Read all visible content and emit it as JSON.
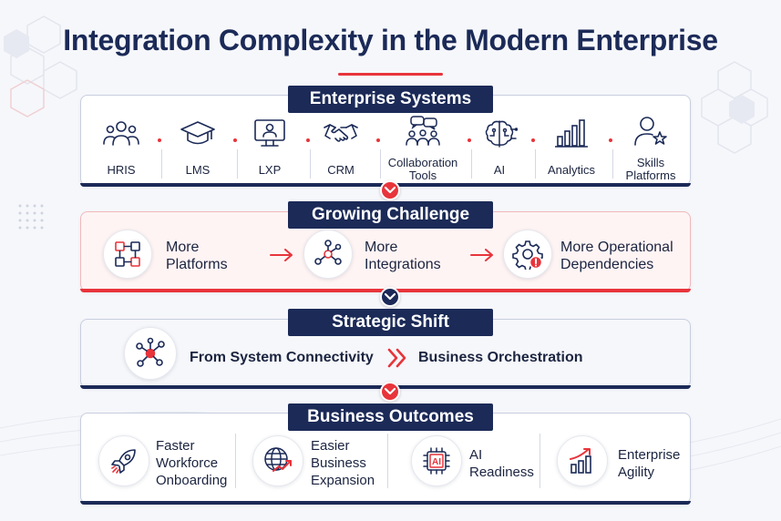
{
  "title": "Integration Complexity in the Modern Enterprise",
  "enterprise_systems": {
    "heading": "Enterprise Systems",
    "items": [
      {
        "label": "HRIS",
        "icon": "people-icon"
      },
      {
        "label": "LMS",
        "icon": "graduation-cap-icon"
      },
      {
        "label": "LXP",
        "icon": "monitor-user-icon"
      },
      {
        "label": "CRM",
        "icon": "handshake-icon"
      },
      {
        "label_line1": "Collaboration",
        "label_line2": "Tools",
        "icon": "team-icon"
      },
      {
        "label": "AI",
        "icon": "ai-brain-icon"
      },
      {
        "label": "Analytics",
        "icon": "bar-chart-icon"
      },
      {
        "label_line1": "Skills",
        "label_line2": "Platforms",
        "icon": "user-star-icon"
      }
    ]
  },
  "growing_challenge": {
    "heading": "Growing Challenge",
    "items": [
      {
        "line1": "More",
        "line2": "Platforms",
        "icon": "platforms-icon"
      },
      {
        "line1": "More",
        "line2": "Integrations",
        "icon": "network-icon"
      },
      {
        "line1": "More Operational",
        "line2": "Dependencies",
        "icon": "gear-alert-icon"
      }
    ]
  },
  "strategic_shift": {
    "heading": "Strategic Shift",
    "from": "From System Connectivity",
    "to": "Business Orchestration",
    "icon": "hub-icon"
  },
  "business_outcomes": {
    "heading": "Business Outcomes",
    "items": [
      {
        "line1": "Faster",
        "line2": "Workforce",
        "line3": "Onboarding",
        "icon": "rocket-icon"
      },
      {
        "line1": "Easier",
        "line2": "Business",
        "line3": "Expansion",
        "icon": "globe-growth-icon"
      },
      {
        "line1": "AI",
        "line2": "Readiness",
        "icon": "ai-chip-icon",
        "chip_text": "AI"
      },
      {
        "line1": "Enterprise",
        "line2": "Agility",
        "icon": "growth-chart-icon"
      }
    ]
  },
  "colors": {
    "navy": "#1b2a57",
    "red": "#e8343b",
    "background": "#f6f7fb"
  }
}
